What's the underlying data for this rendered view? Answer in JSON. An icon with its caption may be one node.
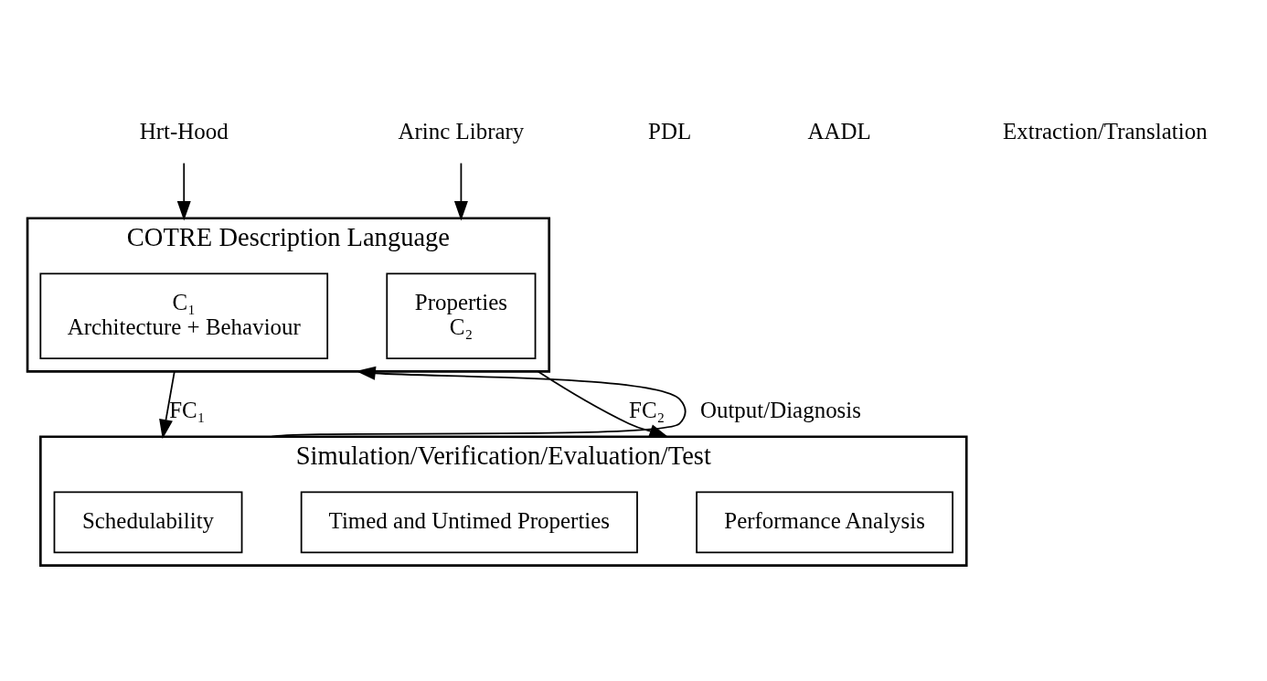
{
  "diagram": {
    "nodes": [
      {
        "text": [
          "COTRE Description Language"
        ]
      },
      {
        "text": [
          "C₁",
          "Architecture + Behaviour"
        ],
        "in": 0
      },
      {
        "text": [
          "Properties",
          "C₂"
        ],
        "in": 0
      },
      {
        "text": [
          "Simulation/Verification/Evaluation/Test"
        ]
      },
      {
        "text": [
          "Schedulability"
        ],
        "in": 3
      },
      {
        "text": [
          "Timed and Untimed Properties"
        ],
        "in": 3
      },
      {
        "text": [
          "Performance Analysis"
        ],
        "in": 3
      },
      {
        "text": [
          "Hrt-Hood"
        ]
      },
      {
        "text": [
          "Arinc Library"
        ]
      }
    ],
    "edges": [
      {
        "from": 7,
        "to": 0,
        "arrow": "to"
      },
      {
        "from": 8,
        "to": 0,
        "arrow": "to"
      },
      {
        "from": 0,
        "to": 3,
        "label": "FC₁",
        "arrow": "to"
      },
      {
        "from": 0,
        "to": 3,
        "label": "FC₂",
        "arrow": "to"
      },
      {
        "from": 3,
        "to": 0,
        "label": "Output/Diagnosis",
        "arrow": "to"
      }
    ],
    "labels": [
      "PDL",
      "AADL",
      "Extraction/Translation"
    ]
  }
}
